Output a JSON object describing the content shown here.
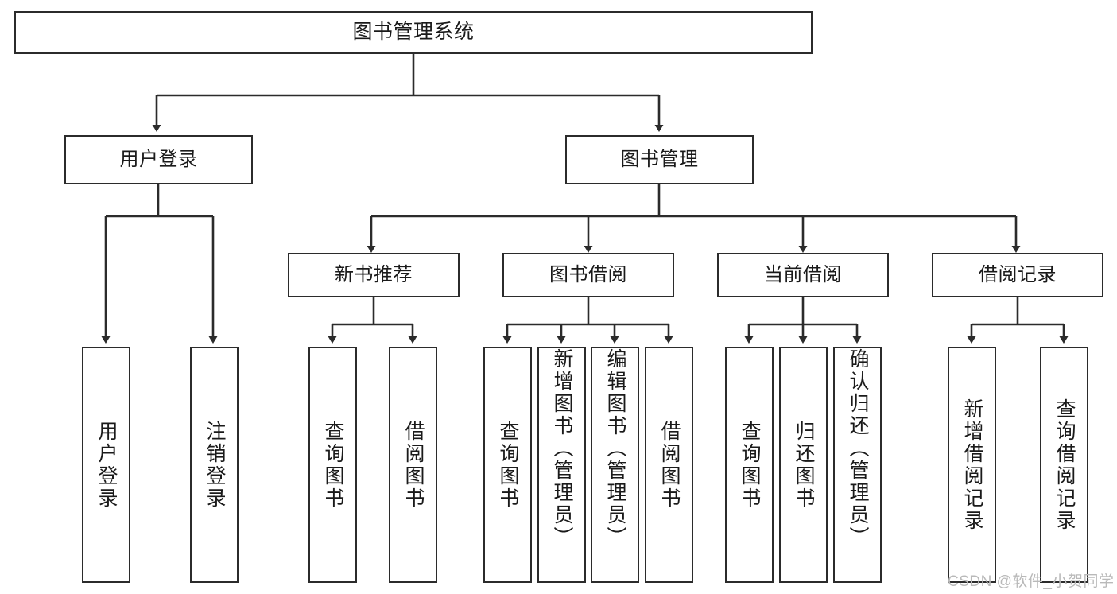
{
  "diagram": {
    "title": "图书管理系统",
    "type": "tree",
    "colors": {
      "stroke": "#2b2b2b",
      "fill": "#ffffff",
      "text": "#1a1a1a",
      "watermark": "#b9b9b9"
    },
    "root": {
      "label": "图书管理系统"
    },
    "level2": [
      {
        "label": "用户登录"
      },
      {
        "label": "图书管理"
      }
    ],
    "level3": [
      {
        "label": "新书推荐"
      },
      {
        "label": "图书借阅"
      },
      {
        "label": "当前借阅"
      },
      {
        "label": "借阅记录"
      }
    ],
    "leaves": {
      "user_login": [
        {
          "label": "用户登录"
        },
        {
          "label": "注销登录"
        }
      ],
      "new_book": [
        {
          "label": "查询图书"
        },
        {
          "label": "借阅图书"
        }
      ],
      "book_borrow": [
        {
          "label": "查询图书"
        },
        {
          "label": "新增图书（管理员）"
        },
        {
          "label": "编辑图书（管理员）"
        },
        {
          "label": "借阅图书"
        }
      ],
      "current_borrow": [
        {
          "label": "查询图书"
        },
        {
          "label": "归还图书"
        },
        {
          "label": "确认归还（管理员）"
        }
      ],
      "borrow_record": [
        {
          "label": "新增借阅记录"
        },
        {
          "label": "查询借阅记录"
        }
      ]
    }
  },
  "watermark": {
    "text": "CSDN @软件_小贺同学"
  }
}
